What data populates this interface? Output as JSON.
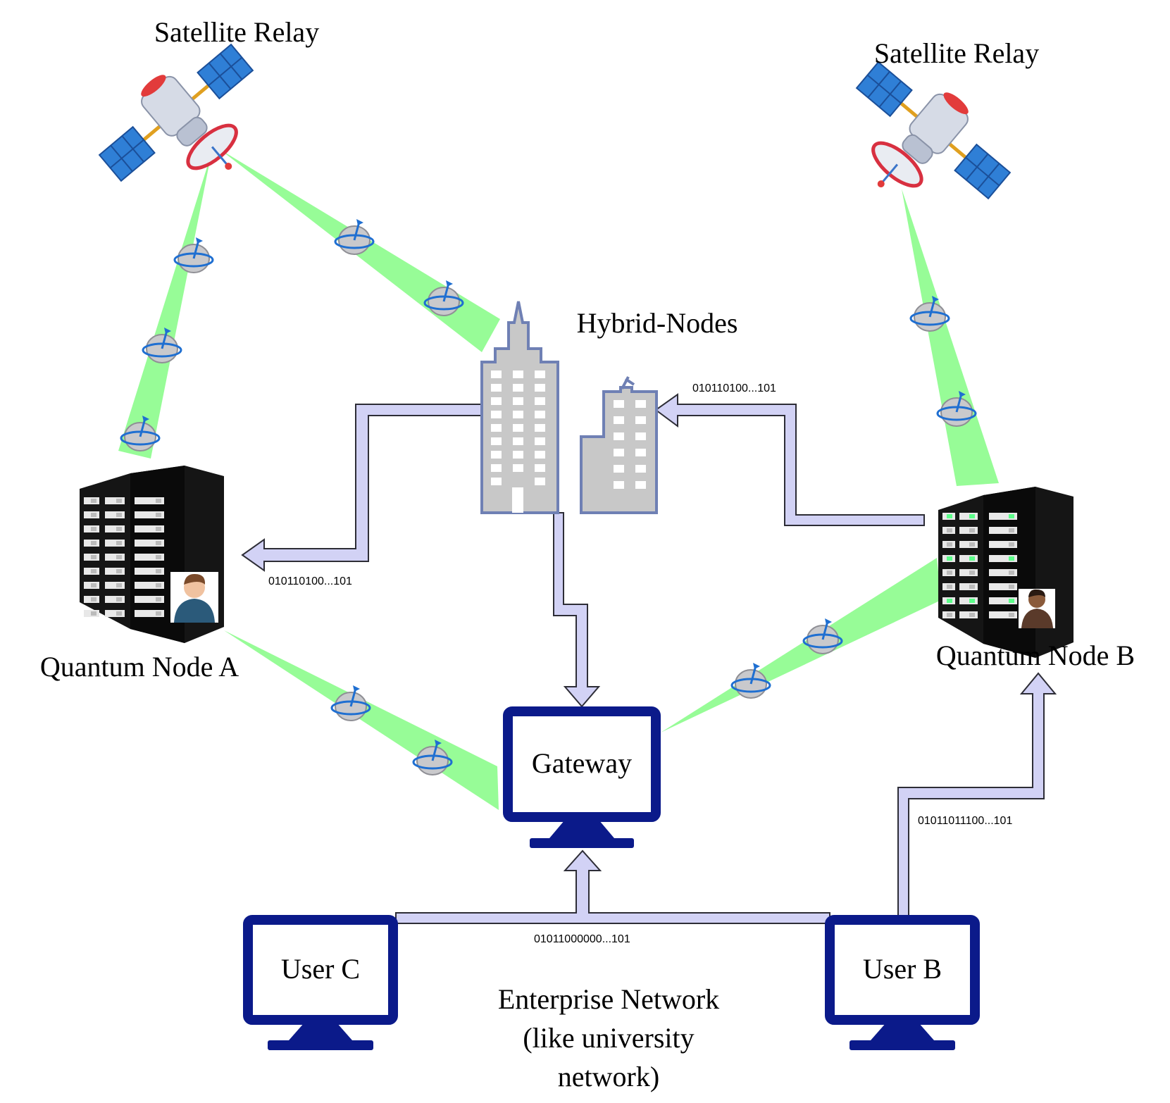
{
  "labels": {
    "satellite_left": "Satellite Relay",
    "satellite_right": "Satellite Relay",
    "hybrid_nodes": "Hybrid-Nodes",
    "quantum_node_a": "Quantum Node A",
    "quantum_node_b": "Quantum Node B",
    "gateway": "Gateway",
    "user_c": "User C",
    "user_b": "User B",
    "enterprise_line1": "Enterprise Network",
    "enterprise_line2": "(like university",
    "enterprise_line3": "network)"
  },
  "bitstrings": {
    "to_node_a": "010110100...101",
    "to_hybrid": "010110100...101",
    "user_b_to_node_b": "01011011100...101",
    "users_to_gateway": "01011000000...101"
  },
  "colors": {
    "quantum_beam": "#97fc97",
    "classical_flow": "#d2d2f5",
    "monitor": "#0b1a8a",
    "building": "#c8c8c8"
  }
}
